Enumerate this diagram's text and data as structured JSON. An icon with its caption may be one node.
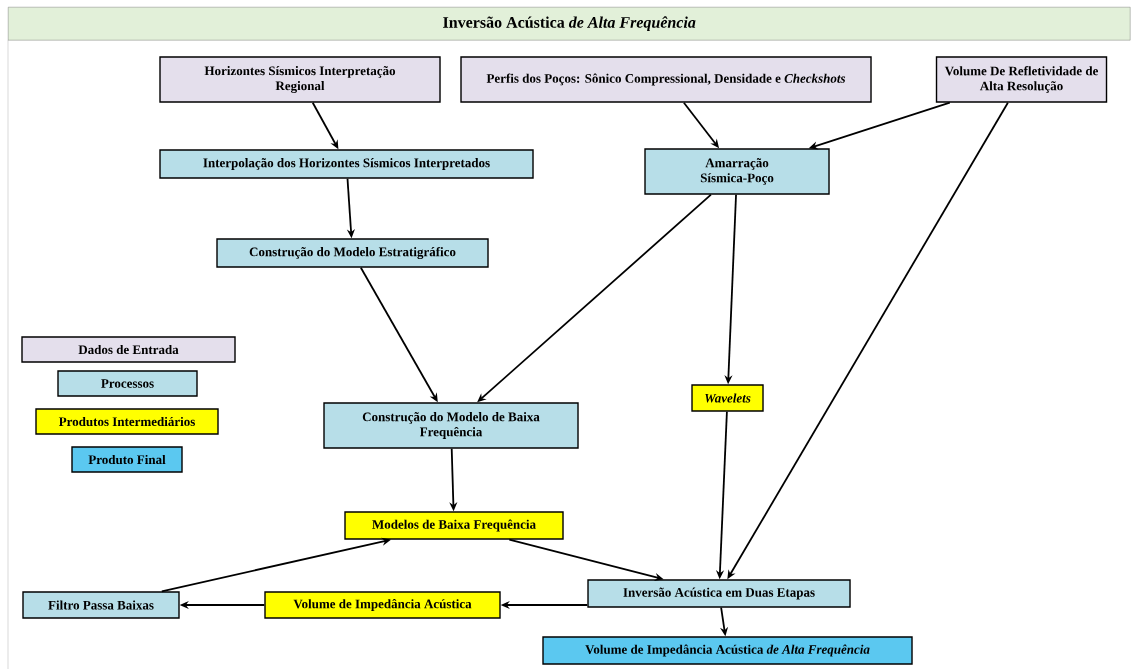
{
  "diagram": {
    "title": "Inversão Acústica *de Alta Frequência*",
    "nodes": [
      {
        "text": [
          "Horizontes Sísmicos Interpretação Regional"
        ]
      },
      {
        "text": [
          "Perfis dos Poços: Sônico Compressional, Densidade e *Checkshots*"
        ]
      },
      {
        "text": [
          "Volume De Refletividade de Alta Resolução"
        ]
      },
      {
        "text": [
          "Interpolação dos Horizontes Sísmicos Interpretados"
        ]
      },
      {
        "text": [
          "Amarração Sísmica-Poço"
        ]
      },
      {
        "text": [
          "Construção do Modelo Estratigráfico"
        ]
      },
      {
        "text": [
          "Construção do Modelo de Baixa Frequência"
        ]
      },
      {
        "text": [
          "Wavelets"
        ]
      },
      {
        "text": [
          "Modelos de Baixa Frequência"
        ]
      },
      {
        "text": [
          "Inversão Acústica em Duas Etapas"
        ]
      },
      {
        "text": [
          "Filtro Passa Baixas"
        ]
      },
      {
        "text": [
          "Volume de Impedância Acústica"
        ]
      },
      {
        "text": [
          "Volume de Impedância Acústica *de Alta Frequência*"
        ]
      }
    ],
    "edges": [
      {
        "from": 0,
        "to": 3,
        "arrow": "to"
      },
      {
        "from": 3,
        "to": 5,
        "arrow": "to"
      },
      {
        "from": 1,
        "to": 4,
        "arrow": "to"
      },
      {
        "from": 2,
        "to": 4,
        "arrow": "to"
      },
      {
        "from": 5,
        "to": 6,
        "arrow": "to"
      },
      {
        "from": 4,
        "to": 6,
        "arrow": "to"
      },
      {
        "from": 4,
        "to": 7,
        "arrow": "to"
      },
      {
        "from": 6,
        "to": 8,
        "arrow": "to"
      },
      {
        "from": 7,
        "to": 9,
        "arrow": "to"
      },
      {
        "from": 2,
        "to": 9,
        "arrow": "to"
      },
      {
        "from": 8,
        "to": 9,
        "arrow": "to"
      },
      {
        "from": 9,
        "to": 11,
        "arrow": "to"
      },
      {
        "from": 11,
        "to": 10,
        "arrow": "to"
      },
      {
        "from": 10,
        "to": 8,
        "arrow": "to"
      },
      {
        "from": 9,
        "to": 12,
        "arrow": "to"
      }
    ],
    "legend": [
      {
        "text": "Dados de Entrada",
        "color": "#e4dfec"
      },
      {
        "text": "Processos",
        "color": "#b7dee8"
      },
      {
        "text": "Produtos Intermediários",
        "color": "#ffff00"
      },
      {
        "text": "Produto Final",
        "color": "#5bc8f0"
      }
    ]
  }
}
